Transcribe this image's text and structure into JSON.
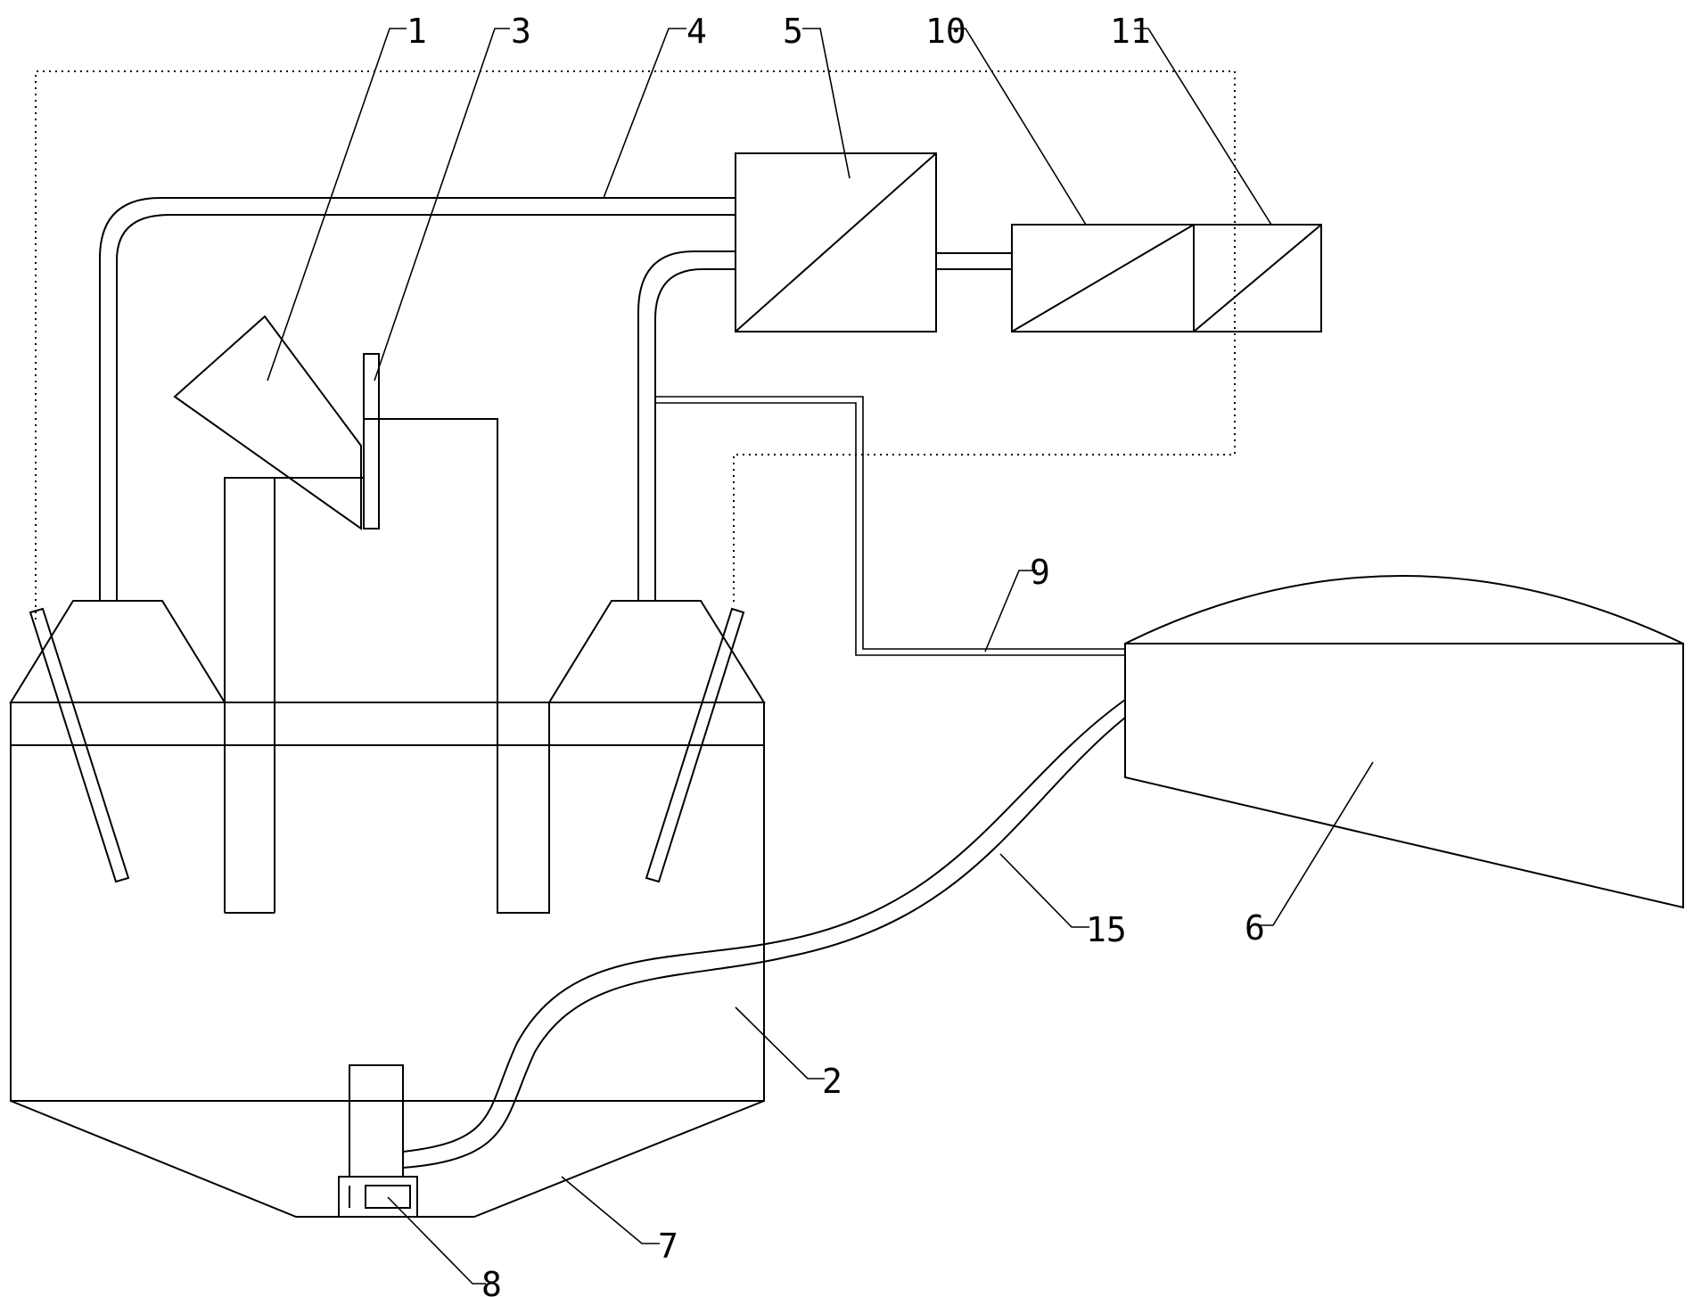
{
  "labels": {
    "n1": "1",
    "n2": "2",
    "n3": "3",
    "n4": "4",
    "n5": "5",
    "n6": "6",
    "n7": "7",
    "n8": "8",
    "n9": "9",
    "n10": "10",
    "n11": "11",
    "n15": "15"
  },
  "colors": {
    "line": "#000000",
    "background": "#ffffff"
  }
}
